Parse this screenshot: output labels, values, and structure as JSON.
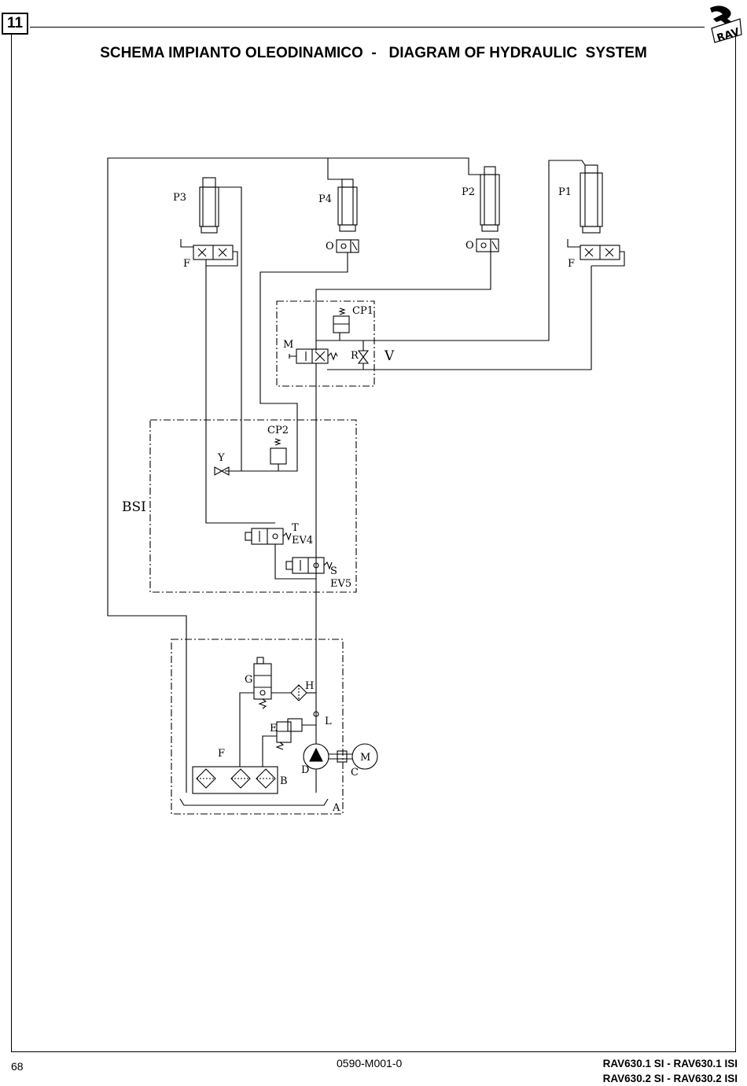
{
  "header": {
    "section_number": "11",
    "title": "SCHEMA IMPIANTO OLEODINAMICO  -   DIAGRAM OF HYDRAULIC  SYSTEM",
    "logo_text": "RAV"
  },
  "labels": {
    "p1": "P1",
    "p2": "P2",
    "p3": "P3",
    "p4": "P4",
    "f_left": "F",
    "f_right": "F",
    "o_p4": "O",
    "o_p2": "O",
    "cp1": "CP1",
    "m_valve": "M",
    "r": "R",
    "v": "V",
    "cp2": "CP2",
    "y": "Y",
    "bsi": "BSI",
    "t": "T",
    "ev4": "EV4",
    "s": "S",
    "ev5": "EV5",
    "g": "G",
    "h": "H",
    "l": "L",
    "e": "E",
    "f_filter": "F",
    "d": "D",
    "c": "C",
    "motor": "M",
    "b": "B",
    "a": "A"
  },
  "footer": {
    "page_number": "68",
    "doc_code": "0590-M001-0",
    "models_line1": "RAV630.1 SI - RAV630.1 ISI",
    "models_line2": "RAV630.2 SI - RAV630.2 ISI"
  }
}
